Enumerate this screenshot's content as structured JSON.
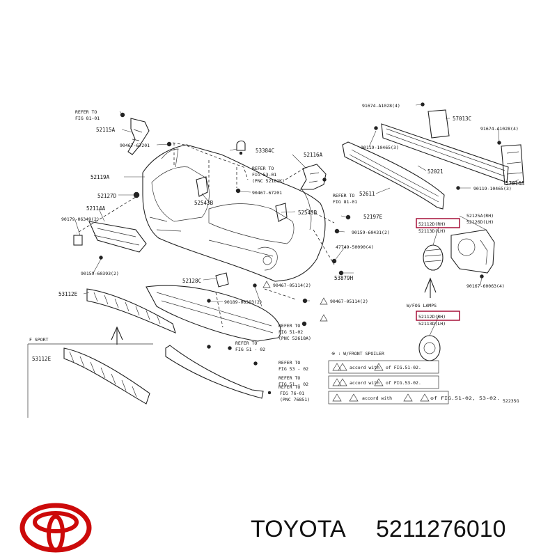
{
  "brand": {
    "name": "TOYOTA",
    "part_number": "5211276010",
    "logo_color": "#cc0a0a"
  },
  "highlight_color": "#a0002a",
  "diagram_code": "52235G",
  "section_labels": {
    "f_sport": "F SPORT",
    "w_fog_lamps": "W/FOG LAMPS",
    "w_front_spoiler": "※ : W/FRONT SPOILER"
  },
  "refer_notes": {
    "fig81_a": [
      "REFER TO",
      "FIG 81-01"
    ],
    "fig53_01": [
      "REFER TO",
      "FIG 53-01",
      "(PNC 52181K)"
    ],
    "fig81_b": [
      "REFER TO",
      "FIG 81-01"
    ],
    "fig51_a": [
      "REFER TO",
      "FIG 51-02",
      "(PNC 52618A)"
    ],
    "fig51_b": [
      "REFER TO",
      "FIG 51 - 02"
    ],
    "fig53_02": [
      "REFER TO",
      "FIG 53 - 02"
    ],
    "fig51_c": [
      "REFER TO",
      "FIG 51 - 02"
    ],
    "fig76_01": [
      "REFER TO",
      "FIG 76-01",
      "(PNC 76851)"
    ]
  },
  "part_labels": {
    "p52115a": "52115A",
    "p90467_67201": "90467-67201",
    "p53384c": "53384C",
    "p52116a": "52116A",
    "p52119a": "52119A",
    "p90467_67201b": "90467-67201",
    "p52127d": "52127D",
    "p52543b_a": "52543B",
    "p52543b_b": "52543B",
    "p52114a": "52114A",
    "p90179_06349": "90179-06349(2)",
    "p52197e": "52197E",
    "p90159_60431": "90159-60431(2)",
    "p47749_50090": "47749-50090(4)",
    "p90159_60393": "90159-60393(2)",
    "p53879h": "53879H",
    "p52128c": "52128C",
    "p90467_05114": "90467-05114(2)",
    "p53112e": "53112E",
    "p90189_06393": "90189-06393(2)",
    "p90467_05114b": "90467-05114(2)",
    "p53112e_b": "53112E",
    "p91674_a1028_a": "91674-A1028(4)",
    "p57013c": "57013C",
    "p91674_a1028_b": "91674-A1028(4)",
    "p90119_10465_a": "90119-10465(3)",
    "p52021": "52021",
    "p57014a": "57014A",
    "p90119_10465_b": "90119-10465(3)",
    "p52611": "52611",
    "p52125a": "52125A(RH)",
    "p52126d": "52126D(LH)",
    "p90167_60063": "90167-60063(4)"
  },
  "highlighted_parts": {
    "top": {
      "rh": "52112D(RH)",
      "lh": "52113D(LH)"
    },
    "bottom": {
      "rh": "52112D(RH)",
      "lh": "52113D(LH)"
    }
  },
  "legend_rows": [
    {
      "text1": "accord with",
      "text2": "of FIG.51-02."
    },
    {
      "text1": "accord with",
      "text2": "of FIG.53-02."
    },
    {
      "text1": "accord with",
      "text2": "of FIG.51-02, 53-02."
    }
  ]
}
